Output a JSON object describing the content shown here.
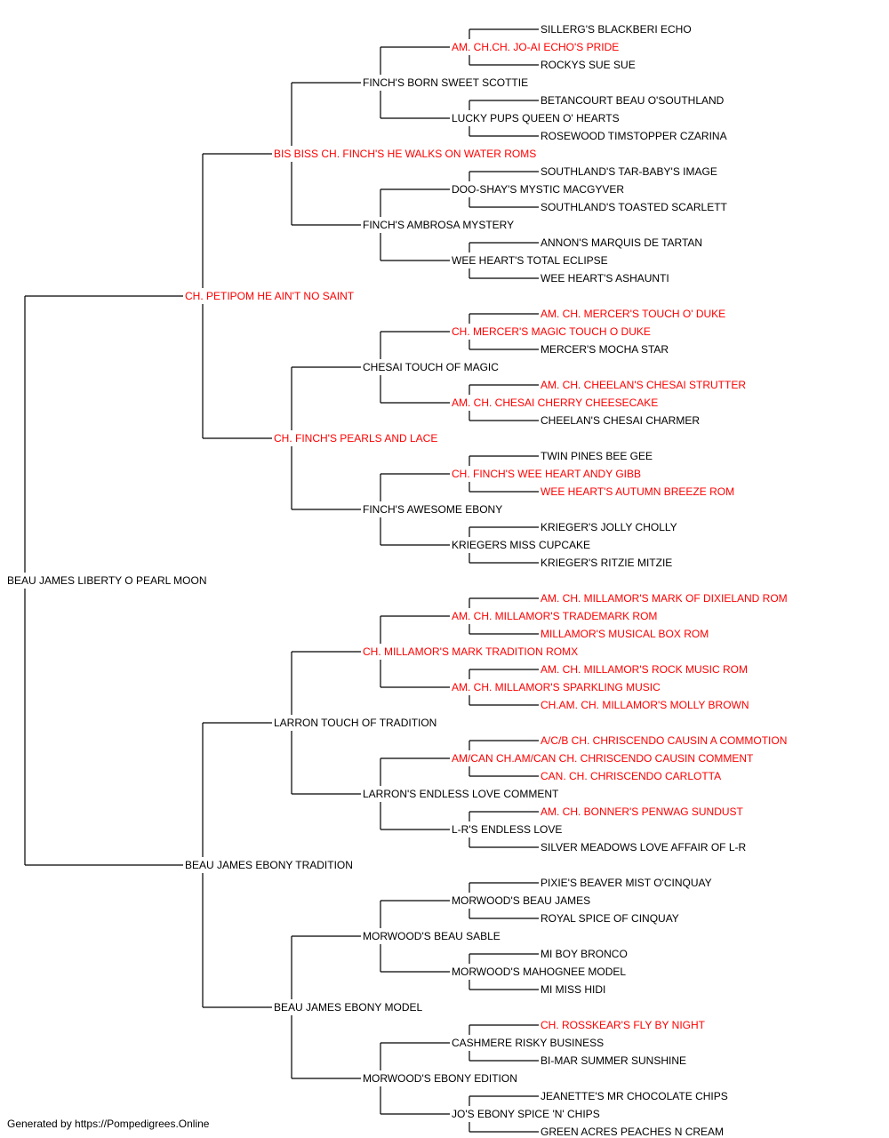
{
  "colors": {
    "champion": "#ff0000",
    "regular": "#000000",
    "line": "#000000"
  },
  "dog": {
    "name": "BEAU JAMES LIBERTY O PEARL MOON",
    "champion": false
  },
  "sire": {
    "name": "CH. PETIPOM HE AIN'T NO SAINT",
    "champion": true,
    "sire": {
      "name": "BIS BISS CH. FINCH'S HE WALKS ON WATER ROMS",
      "champion": true,
      "sire": {
        "name": "FINCH'S BORN SWEET SCOTTIE",
        "champion": false,
        "sire": {
          "name": "AM. CH.CH. JO-AI ECHO'S PRIDE",
          "champion": true,
          "sire": {
            "name": "SILLERG'S BLACKBERI ECHO",
            "champion": false
          },
          "dam": {
            "name": "ROCKYS SUE SUE",
            "champion": false
          }
        },
        "dam": {
          "name": "LUCKY PUPS QUEEN O' HEARTS",
          "champion": false,
          "sire": {
            "name": "BETANCOURT BEAU O'SOUTHLAND",
            "champion": false
          },
          "dam": {
            "name": "ROSEWOOD TIMSTOPPER CZARINA",
            "champion": false
          }
        }
      },
      "dam": {
        "name": "FINCH'S AMBROSA MYSTERY",
        "champion": false,
        "sire": {
          "name": "DOO-SHAY'S MYSTIC MACGYVER",
          "champion": false,
          "sire": {
            "name": "SOUTHLAND'S TAR-BABY'S IMAGE",
            "champion": false
          },
          "dam": {
            "name": "SOUTHLAND'S TOASTED SCARLETT",
            "champion": false
          }
        },
        "dam": {
          "name": "WEE HEART'S TOTAL ECLIPSE",
          "champion": false,
          "sire": {
            "name": "ANNON'S MARQUIS DE TARTAN",
            "champion": false
          },
          "dam": {
            "name": "WEE HEART'S ASHAUNTI",
            "champion": false
          }
        }
      }
    },
    "dam": {
      "name": "CH. FINCH'S PEARLS AND LACE",
      "champion": true,
      "sire": {
        "name": "CHESAI TOUCH OF MAGIC",
        "champion": false,
        "sire": {
          "name": "CH. MERCER'S MAGIC TOUCH O DUKE",
          "champion": true,
          "sire": {
            "name": "AM. CH. MERCER'S TOUCH O' DUKE",
            "champion": true
          },
          "dam": {
            "name": "MERCER'S MOCHA STAR",
            "champion": false
          }
        },
        "dam": {
          "name": "AM. CH. CHESAI CHERRY CHEESECAKE",
          "champion": true,
          "sire": {
            "name": "AM. CH. CHEELAN'S CHESAI STRUTTER",
            "champion": true
          },
          "dam": {
            "name": "CHEELAN'S CHESAI CHARMER",
            "champion": false
          }
        }
      },
      "dam": {
        "name": "FINCH'S AWESOME EBONY",
        "champion": false,
        "sire": {
          "name": "CH. FINCH'S WEE HEART ANDY GIBB",
          "champion": true,
          "sire": {
            "name": "TWIN PINES BEE GEE",
            "champion": false
          },
          "dam": {
            "name": "WEE HEART'S AUTUMN BREEZE ROM",
            "champion": true
          }
        },
        "dam": {
          "name": "KRIEGERS MISS CUPCAKE",
          "champion": false,
          "sire": {
            "name": "KRIEGER'S JOLLY CHOLLY",
            "champion": false
          },
          "dam": {
            "name": "KRIEGER'S RITZIE MITZIE",
            "champion": false
          }
        }
      }
    }
  },
  "dam": {
    "name": "BEAU JAMES EBONY TRADITION",
    "champion": false,
    "sire": {
      "name": "LARRON TOUCH OF TRADITION",
      "champion": false,
      "sire": {
        "name": "CH. MILLAMOR'S MARK TRADITION ROMX",
        "champion": true,
        "sire": {
          "name": "AM. CH. MILLAMOR'S TRADEMARK ROM",
          "champion": true,
          "sire": {
            "name": "AM. CH. MILLAMOR'S MARK OF DIXIELAND ROM",
            "champion": true
          },
          "dam": {
            "name": "MILLAMOR'S MUSICAL BOX ROM",
            "champion": true
          }
        },
        "dam": {
          "name": "AM. CH. MILLAMOR'S SPARKLING MUSIC",
          "champion": true,
          "sire": {
            "name": "AM. CH. MILLAMOR'S ROCK MUSIC ROM",
            "champion": true
          },
          "dam": {
            "name": "CH.AM. CH. MILLAMOR'S MOLLY BROWN",
            "champion": true
          }
        }
      },
      "dam": {
        "name": "LARRON'S ENDLESS LOVE COMMENT",
        "champion": false,
        "sire": {
          "name": "AM/CAN CH.AM/CAN CH. CHRISCENDO CAUSIN COMMENT",
          "champion": true,
          "sire": {
            "name": "A/C/B CH. CHRISCENDO CAUSIN A COMMOTION",
            "champion": true
          },
          "dam": {
            "name": "CAN. CH. CHRISCENDO CARLOTTA",
            "champion": true
          }
        },
        "dam": {
          "name": "L-R'S ENDLESS LOVE",
          "champion": false,
          "sire": {
            "name": "AM. CH. BONNER'S PENWAG SUNDUST",
            "champion": true
          },
          "dam": {
            "name": "SILVER MEADOWS LOVE AFFAIR OF L-R",
            "champion": false
          }
        }
      }
    },
    "dam": {
      "name": "BEAU JAMES EBONY MODEL",
      "champion": false,
      "sire": {
        "name": "MORWOOD'S BEAU SABLE",
        "champion": false,
        "sire": {
          "name": "MORWOOD'S BEAU JAMES",
          "champion": false,
          "sire": {
            "name": "PIXIE'S BEAVER MIST O'CINQUAY",
            "champion": false
          },
          "dam": {
            "name": "ROYAL SPICE OF CINQUAY",
            "champion": false
          }
        },
        "dam": {
          "name": "MORWOOD'S MAHOGNEE MODEL",
          "champion": false,
          "sire": {
            "name": "MI BOY BRONCO",
            "champion": false
          },
          "dam": {
            "name": "MI MISS HIDI",
            "champion": false
          }
        }
      },
      "dam": {
        "name": "MORWOOD'S EBONY EDITION",
        "champion": false,
        "sire": {
          "name": "CASHMERE RISKY BUSINESS",
          "champion": false,
          "sire": {
            "name": "CH. ROSSKEAR'S FLY BY NIGHT",
            "champion": true
          },
          "dam": {
            "name": "BI-MAR SUMMER SUNSHINE",
            "champion": false
          }
        },
        "dam": {
          "name": "JO'S EBONY SPICE 'N' CHIPS",
          "champion": false,
          "sire": {
            "name": "JEANETTE'S MR CHOCOLATE CHIPS",
            "champion": false
          },
          "dam": {
            "name": "GREEN ACRES PEACHES N CREAM",
            "champion": false
          }
        }
      }
    }
  },
  "footer": "Generated by https://Pompedigrees.Online"
}
